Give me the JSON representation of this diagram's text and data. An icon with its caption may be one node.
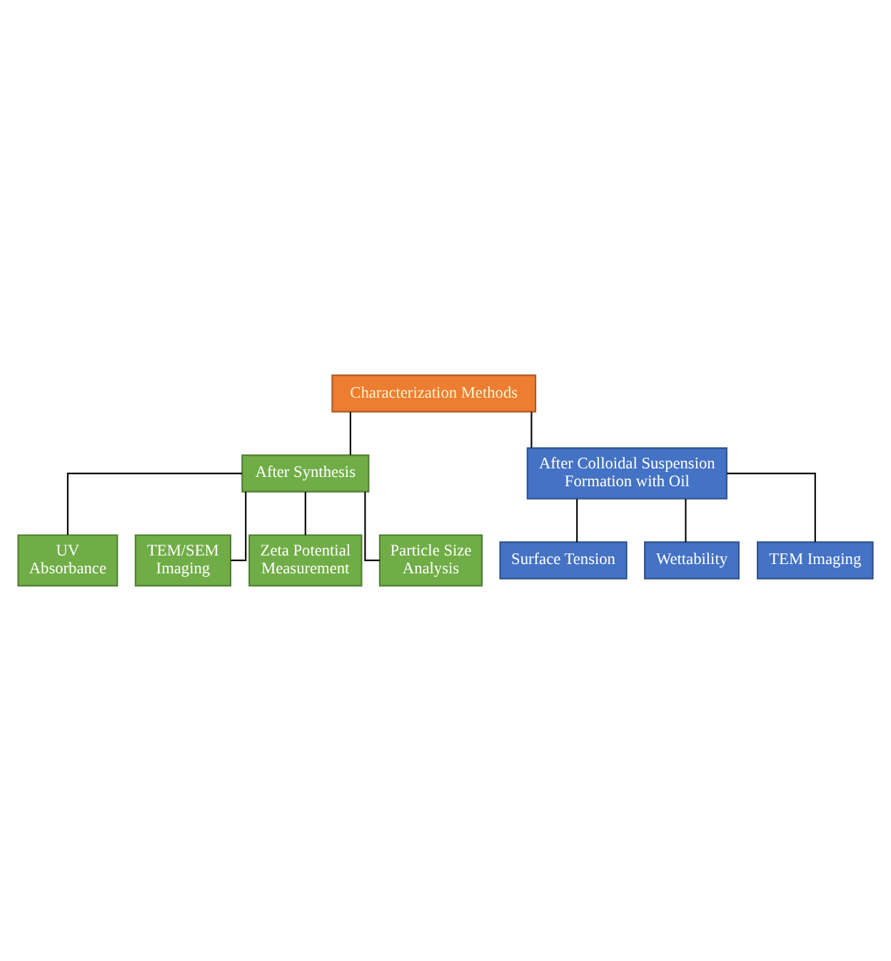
{
  "diagram": {
    "nodes": [
      {
        "text": [
          "Characterization Methods"
        ]
      },
      {
        "text": [
          "After Synthesis"
        ]
      },
      {
        "text": [
          "UV Absorbance"
        ]
      },
      {
        "text": [
          "TEM/SEM Imaging"
        ]
      },
      {
        "text": [
          "Zeta Potential Measurement"
        ]
      },
      {
        "text": [
          "Particle Size Analysis"
        ]
      },
      {
        "text": [
          "After Colloidal Suspension Formation with Oil"
        ]
      },
      {
        "text": [
          "Surface Tension"
        ]
      },
      {
        "text": [
          "Wettability"
        ]
      },
      {
        "text": [
          "TEM Imaging"
        ]
      }
    ],
    "edges": [
      {
        "from": 0,
        "to": 1,
        "arrow": "none"
      },
      {
        "from": 0,
        "to": 6,
        "arrow": "none"
      },
      {
        "from": 1,
        "to": 2,
        "arrow": "none"
      },
      {
        "from": 1,
        "to": 3,
        "arrow": "none"
      },
      {
        "from": 1,
        "to": 4,
        "arrow": "none"
      },
      {
        "from": 1,
        "to": 5,
        "arrow": "none"
      },
      {
        "from": 6,
        "to": 7,
        "arrow": "none"
      },
      {
        "from": 6,
        "to": 8,
        "arrow": "none"
      },
      {
        "from": 6,
        "to": 9,
        "arrow": "none"
      }
    ]
  }
}
